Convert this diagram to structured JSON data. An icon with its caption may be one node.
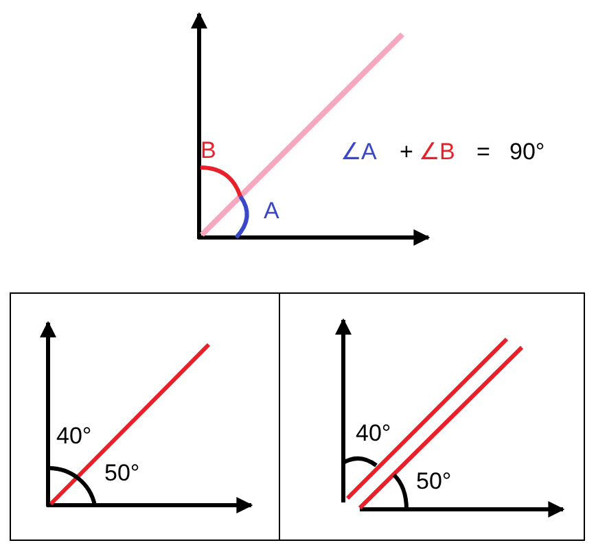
{
  "diagram": {
    "nodes": [
      {
        "text": [
          "40°",
          "50°"
        ]
      },
      {
        "text": [
          "40°",
          "50°"
        ]
      }
    ],
    "labels": [
      "B",
      "A",
      "∠A",
      "+",
      "∠B",
      "=",
      "90°"
    ]
  }
}
